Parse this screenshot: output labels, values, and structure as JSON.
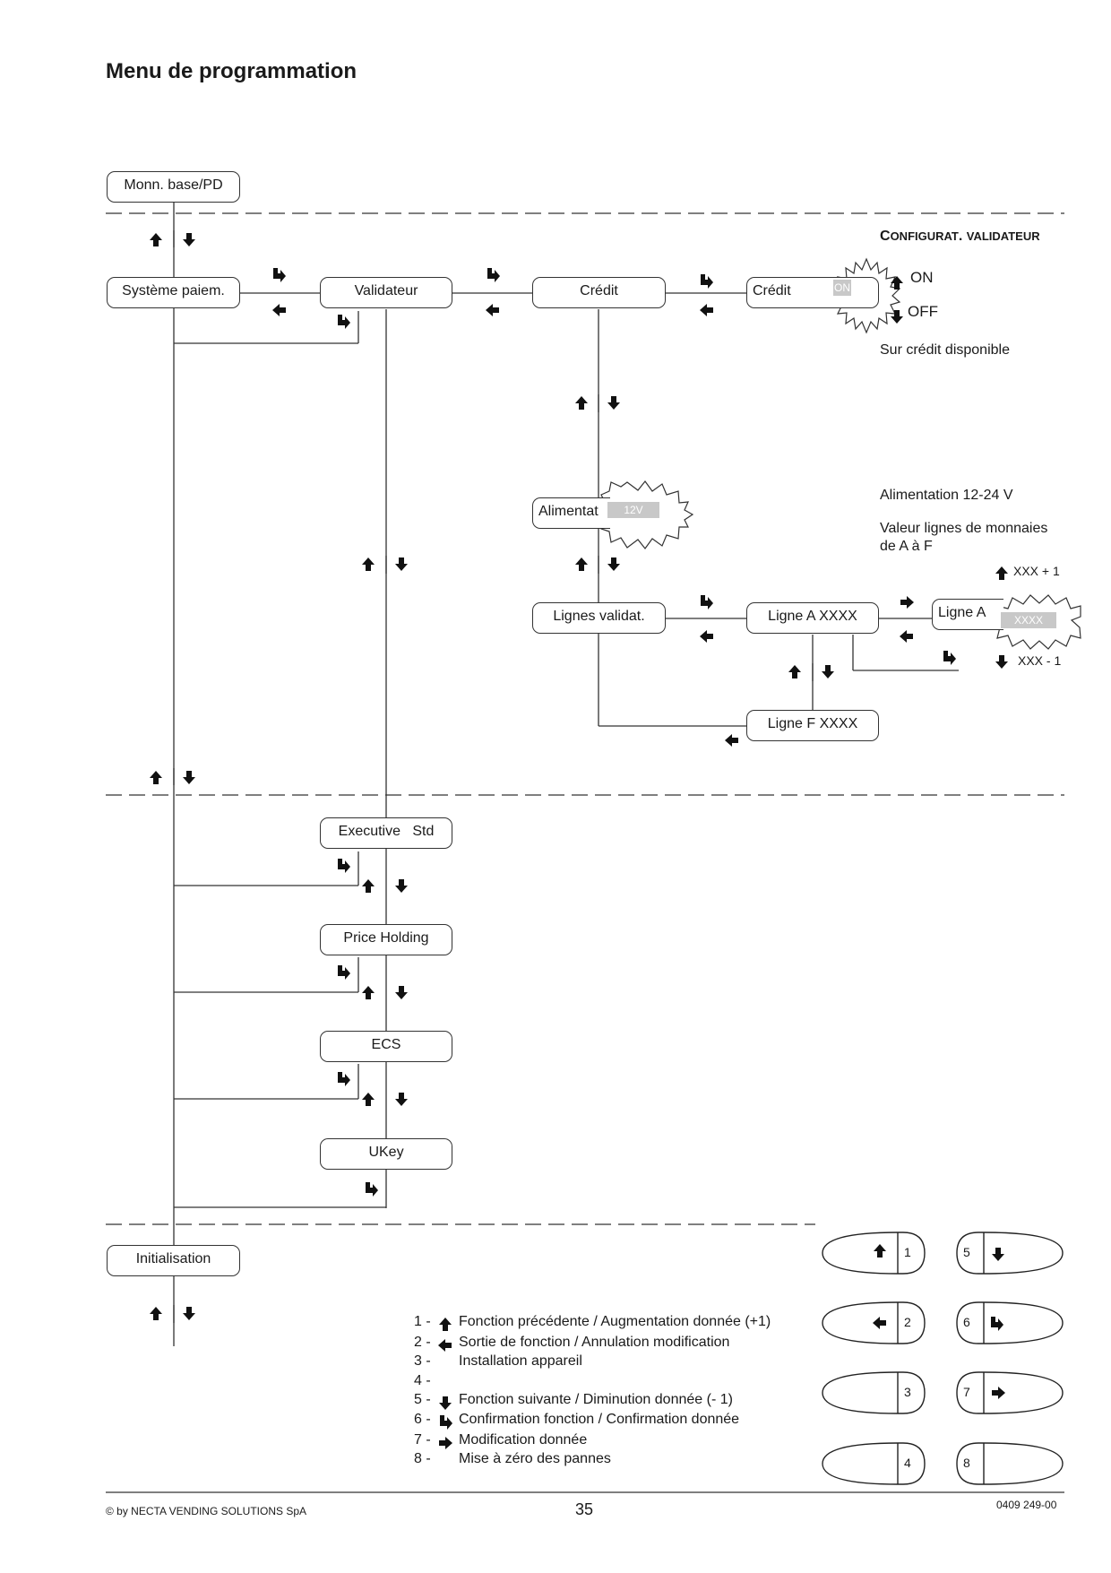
{
  "page_title": "Menu de programmation",
  "boxes": {
    "monn_base": "Monn. base/PD",
    "systeme_paiem": "Système paiem.",
    "validateur": "Validateur",
    "credit": "Crédit",
    "credit_sub": "Crédit",
    "credit_value": "ON",
    "alimentat": "Alimentat",
    "alimentat_value": "12V",
    "lignes_validat": "Lignes validat.",
    "ligne_a": "Ligne A XXXX",
    "ligne_a_sub": "Ligne A",
    "ligne_a_value": "XXXX",
    "ligne_f": "Ligne F XXXX",
    "executive": "Executive   Std",
    "price_holding": "Price Holding",
    "ecs": "ECS",
    "ukey": "UKey",
    "initialisation": "Initialisation"
  },
  "notes": {
    "config_title_big1": "C",
    "config_title_small1": "ONFIGURAT",
    "config_title_sep": ". ",
    "config_title_small2": "VALIDATEUR",
    "on": "ON",
    "off": "OFF",
    "sur_credit": "Sur crédit disponible",
    "alimentation": "Alimentation 12-24  V",
    "valeur_lignes_1": "Valeur lignes de monnaies",
    "valeur_lignes_2": "de A à F",
    "xxx_plus": "XXX + 1",
    "xxx_minus": "XXX - 1"
  },
  "legend": [
    {
      "num": "1 -",
      "icon": "up-arrow-icon",
      "text": "Fonction précédente / Augmentation donnée (+1)"
    },
    {
      "num": "2 -",
      "icon": "left-arrow-icon",
      "text": "Sortie de fonction / Annulation modification"
    },
    {
      "num": "3 -",
      "icon": "",
      "text": "Installation appareil"
    },
    {
      "num": "4 -",
      "icon": "",
      "text": ""
    },
    {
      "num": "5 -",
      "icon": "down-arrow-icon",
      "text": "Fonction suivante / Diminution donnée (- 1)"
    },
    {
      "num": "6 -",
      "icon": "enter-arrow-icon",
      "text": "Confirmation fonction / Confirmation donnée"
    },
    {
      "num": "7 -",
      "icon": "right-arrow-icon",
      "text": "Modification donnée"
    },
    {
      "num": "8 -",
      "icon": "",
      "text": "Mise à zéro des pannes"
    }
  ],
  "keypad": [
    "1",
    "2",
    "3",
    "4",
    "5",
    "6",
    "7",
    "8"
  ],
  "footer": {
    "copyright": "© by NECTA VENDING SOLUTIONS SpA",
    "page_number": "35",
    "doc_code": "0409 249-00"
  }
}
